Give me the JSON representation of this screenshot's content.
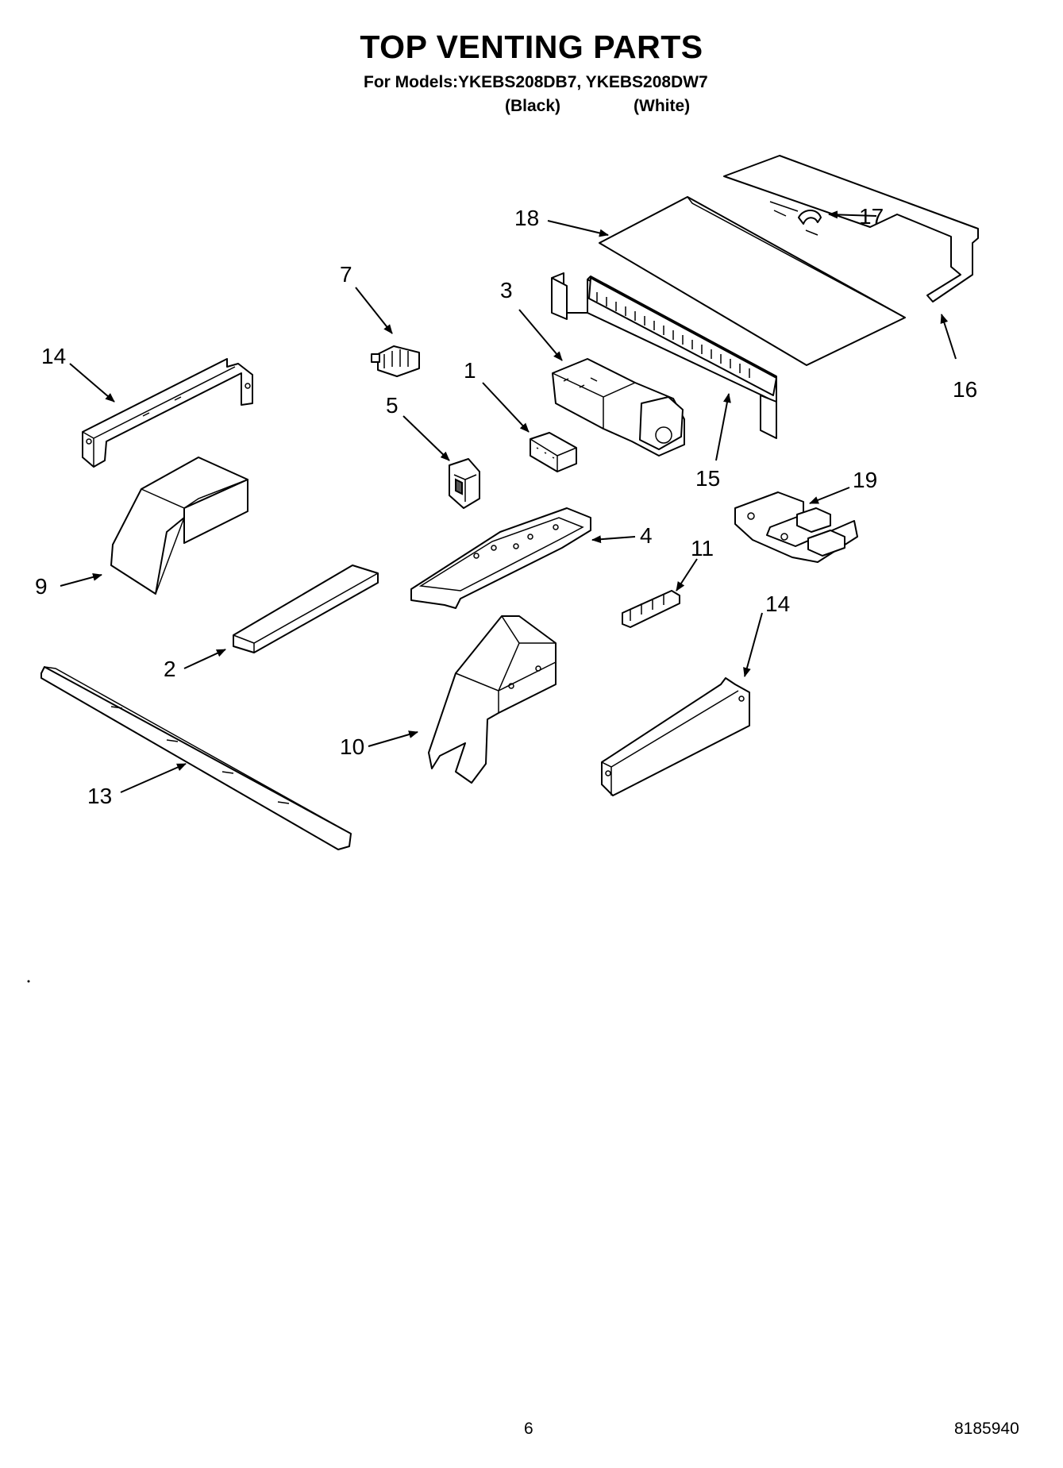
{
  "header": {
    "title": "TOP VENTING PARTS",
    "models_line": "For Models:YKEBS208DB7, YKEBS208DW7",
    "color_black": "(Black)",
    "color_white": "(White)"
  },
  "callouts": [
    "18",
    "17",
    "7",
    "3",
    "14",
    "1",
    "16",
    "5",
    "15",
    "19",
    "4",
    "11",
    "9",
    "14",
    "2",
    "10",
    "13"
  ],
  "footer": {
    "page_number": "6",
    "doc_number": "8185940"
  }
}
